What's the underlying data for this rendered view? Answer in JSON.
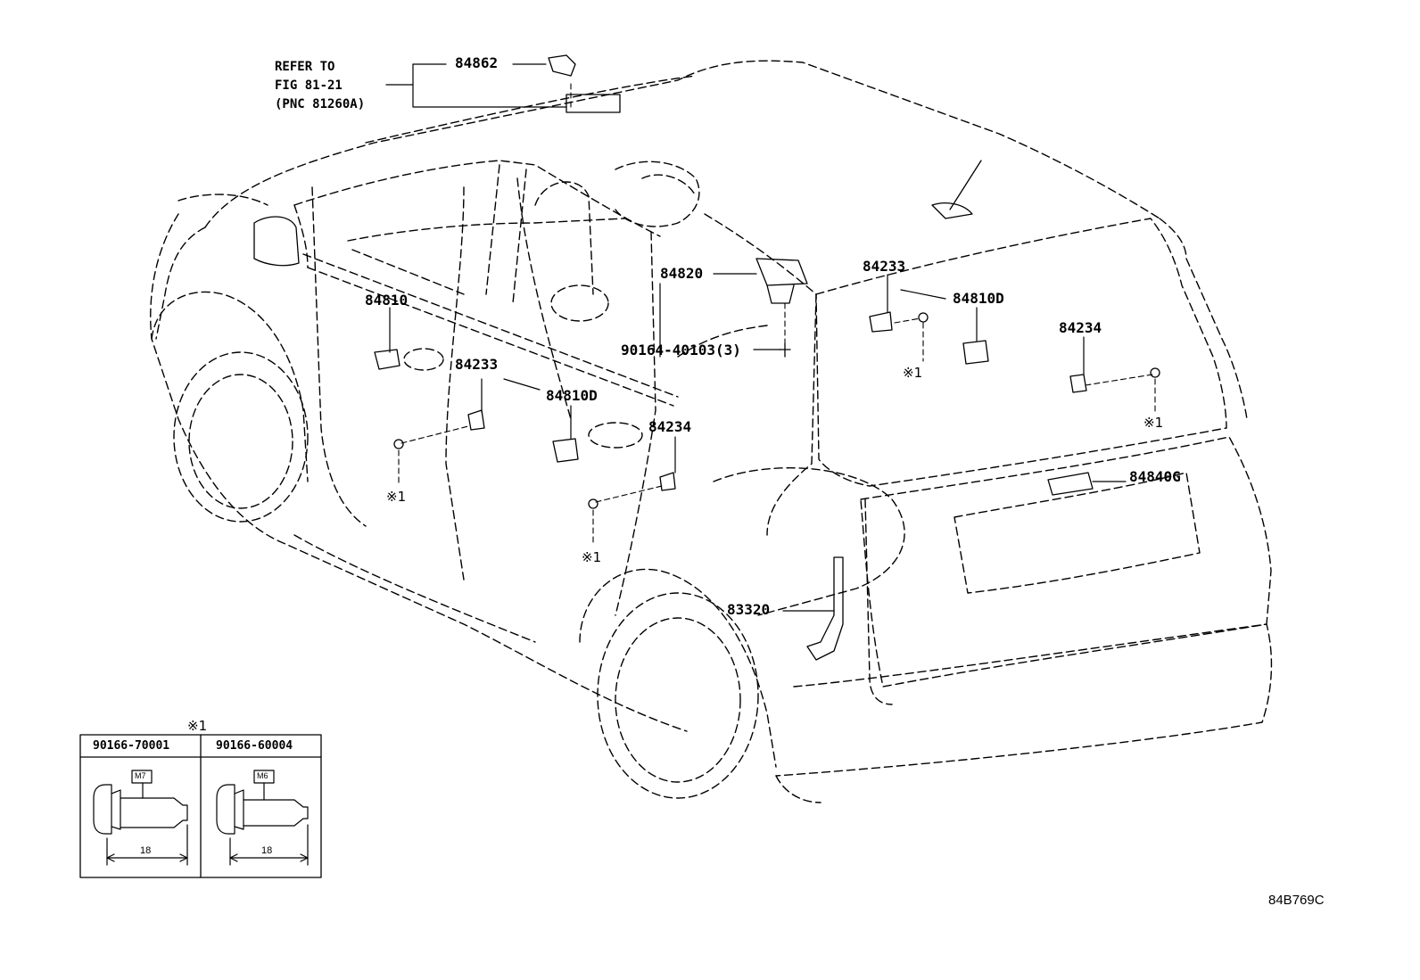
{
  "refer": {
    "line1": "REFER TO",
    "line2": "FIG 81-21",
    "line3": "(PNC 81260A)"
  },
  "callouts": [
    {
      "key": "p84862",
      "text": "84862"
    },
    {
      "key": "p84820",
      "text": "84820"
    },
    {
      "key": "p90164",
      "text": "90164-40103(3)"
    },
    {
      "key": "p84810",
      "text": "84810"
    },
    {
      "key": "p84233_left",
      "text": "84233"
    },
    {
      "key": "p84810d_left",
      "text": "84810D"
    },
    {
      "key": "p84234_mid",
      "text": "84234"
    },
    {
      "key": "p84233_right",
      "text": "84233"
    },
    {
      "key": "p84810d_right",
      "text": "84810D"
    },
    {
      "key": "p84234_right",
      "text": "84234"
    },
    {
      "key": "p84840g",
      "text": "84840G"
    },
    {
      "key": "p83320",
      "text": "83320"
    }
  ],
  "marks": {
    "note_symbol": "※1",
    "table_mark": "※1"
  },
  "fastener_table": {
    "col1_part": "90166-70001",
    "col2_part": "90166-60004",
    "col1_size_tag": "M7",
    "col2_size_tag": "M6",
    "col1_length": "18",
    "col2_length": "18"
  },
  "figure_code": "84B769C"
}
